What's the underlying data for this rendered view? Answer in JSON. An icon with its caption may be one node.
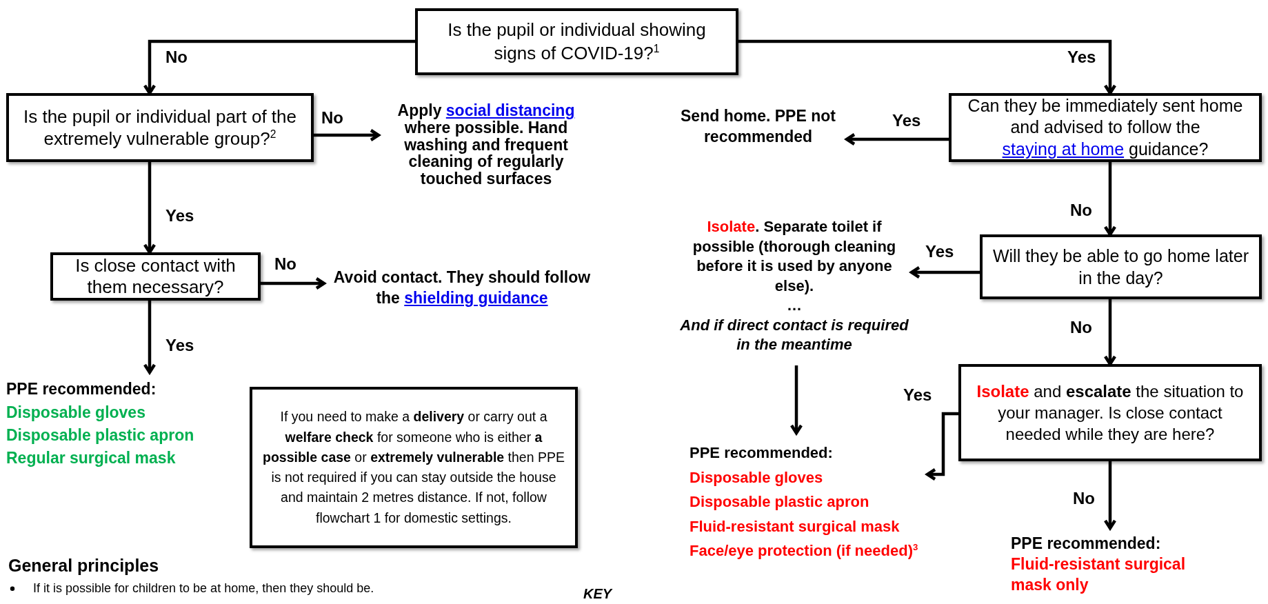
{
  "diagram": {
    "nodes": [
      {
        "text": [
          "Is the pupil or individual showing signs of COVID-19?$^{1}$"
        ]
      },
      {
        "text": [
          "Is the pupil or individual part of the extremely vulnerable group?$^{2}$"
        ]
      },
      {
        "text": [
          "Apply *social distancing* where possible. Hand washing and frequent cleaning of regularly touched surfaces"
        ]
      },
      {
        "text": [
          "Is close contact with them necessary?"
        ]
      },
      {
        "text": [
          "Avoid contact. They should follow the *shielding guidance*"
        ]
      },
      {
        "text": [
          "PPE recommended:",
          "Disposable gloves",
          "Disposable plastic apron",
          "Regular surgical mask"
        ]
      },
      {
        "text": [
          "If you need to make a **delivery** or carry out a **welfare check** for someone who is either **a possible case** or **extremely vulnerable** then PPE is not required if you can stay outside the house and maintain 2 metres distance. If not, follow flowchart 1 for domestic settings."
        ]
      },
      {
        "text": [
          "Can they be immediately sent home and advised to follow the *staying at home* guidance?"
        ]
      },
      {
        "text": [
          "Send home. PPE not recommended"
        ]
      },
      {
        "text": [
          "**Isolate**. Separate toilet if possible (thorough cleaning before it is used by anyone else).",
          "…",
          "And if direct contact is required in the meantime"
        ]
      },
      {
        "text": [
          "Will they be able to go home later in the day?"
        ]
      },
      {
        "text": [
          "**Isolate** and **escalate** the situation to your manager. Is close contact needed while they are here?"
        ]
      },
      {
        "text": [
          "PPE recommended:",
          "Disposable gloves",
          "Disposable plastic apron",
          "Fluid-resistant surgical mask",
          "Face/eye protection (if needed)$^{3}$"
        ]
      },
      {
        "text": [
          "PPE recommended:",
          "Fluid-resistant surgical mask only"
        ]
      }
    ],
    "edges": [
      {
        "from": 0,
        "to": 1,
        "arrow": "to",
        "label": "No"
      },
      {
        "from": 0,
        "to": 7,
        "arrow": "to",
        "label": "Yes"
      },
      {
        "from": 1,
        "to": 2,
        "arrow": "to",
        "label": "No"
      },
      {
        "from": 1,
        "to": 3,
        "arrow": "to",
        "label": "Yes"
      },
      {
        "from": 3,
        "to": 4,
        "arrow": "to",
        "label": "No"
      },
      {
        "from": 3,
        "to": 5,
        "arrow": "to",
        "label": "Yes"
      },
      {
        "from": 7,
        "to": 8,
        "arrow": "to",
        "label": "Yes"
      },
      {
        "from": 7,
        "to": 10,
        "arrow": "to",
        "label": "No"
      },
      {
        "from": 10,
        "to": 9,
        "arrow": "to",
        "label": "Yes"
      },
      {
        "from": 10,
        "to": 11,
        "arrow": "to",
        "label": "No"
      },
      {
        "from": 9,
        "to": 12,
        "arrow": "to"
      },
      {
        "from": 11,
        "to": 12,
        "arrow": "to",
        "label": "Yes"
      },
      {
        "from": 11,
        "to": 13,
        "arrow": "to",
        "label": "No"
      }
    ],
    "labels": [
      "General principles",
      "If it is possible for children to be at home, then they should be.",
      "KEY"
    ]
  }
}
